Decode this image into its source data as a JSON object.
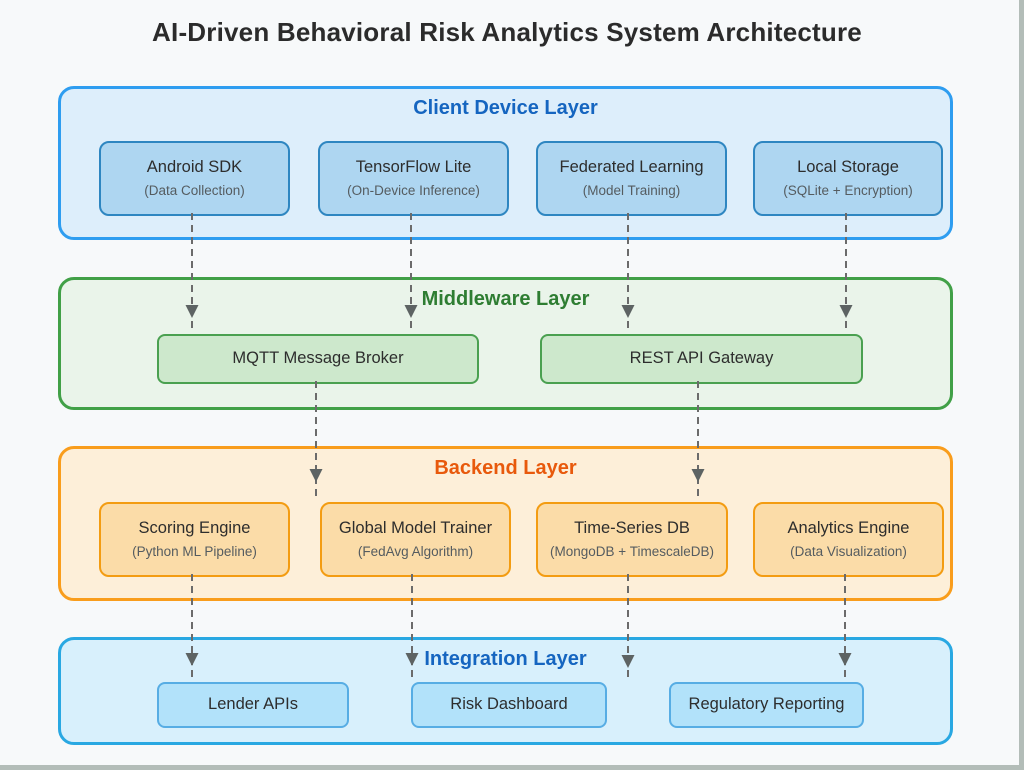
{
  "title": "AI-Driven Behavioral Risk Analytics System Architecture",
  "palette": {
    "page_bg": "#f7f9fa",
    "title_text": "#2b2b2b",
    "arrow": "#6b6b6b",
    "window_edge": "#b3bdb8"
  },
  "layers": [
    {
      "name": "Client Device Layer",
      "title_color": "#1565c0",
      "bg": "#ddeefb",
      "border": "#2e9df0",
      "node_bg": "#aed6f1",
      "node_border": "#2e86c1",
      "nodes": [
        {
          "label": "Android SDK",
          "sublabel": "(Data Collection)"
        },
        {
          "label": "TensorFlow Lite",
          "sublabel": "(On-Device Inference)"
        },
        {
          "label": "Federated Learning",
          "sublabel": "(Model Training)"
        },
        {
          "label": "Local Storage",
          "sublabel": "(SQLite + Encryption)"
        }
      ]
    },
    {
      "name": "Middleware Layer",
      "title_color": "#2e7d32",
      "bg": "#eaf4ea",
      "border": "#41a047",
      "node_bg": "#cde8cc",
      "node_border": "#4aa050",
      "nodes": [
        {
          "label": "MQTT Message Broker"
        },
        {
          "label": "REST API Gateway"
        }
      ]
    },
    {
      "name": "Backend Layer",
      "title_color": "#e8590c",
      "bg": "#fdefd9",
      "border": "#f99d1c",
      "node_bg": "#fbdca8",
      "node_border": "#f39c12",
      "nodes": [
        {
          "label": "Scoring Engine",
          "sublabel": "(Python ML Pipeline)"
        },
        {
          "label": "Global Model Trainer",
          "sublabel": "(FedAvg Algorithm)"
        },
        {
          "label": "Time-Series DB",
          "sublabel": "(MongoDB + TimescaleDB)"
        },
        {
          "label": "Analytics Engine",
          "sublabel": "(Data Visualization)"
        }
      ]
    },
    {
      "name": "Integration Layer",
      "title_color": "#1565c0",
      "bg": "#d8f0fc",
      "border": "#29a8e2",
      "node_bg": "#b2e2fa",
      "node_border": "#57ade4",
      "nodes": [
        {
          "label": "Lender APIs"
        },
        {
          "label": "Risk Dashboard"
        },
        {
          "label": "Regulatory Reporting"
        }
      ]
    }
  ],
  "connections": [
    {
      "from": "Android SDK",
      "to": "MQTT Message Broker",
      "style": "dashed"
    },
    {
      "from": "TensorFlow Lite",
      "to": "MQTT Message Broker",
      "style": "dashed"
    },
    {
      "from": "Federated Learning",
      "to": "REST API Gateway",
      "style": "dashed"
    },
    {
      "from": "Local Storage",
      "to": "REST API Gateway",
      "style": "dashed"
    },
    {
      "from": "MQTT Message Broker",
      "to": "Backend Layer",
      "style": "dashed"
    },
    {
      "from": "REST API Gateway",
      "to": "Backend Layer",
      "style": "dashed"
    },
    {
      "from": "Scoring Engine",
      "to": "Lender APIs",
      "style": "dashed"
    },
    {
      "from": "Global Model Trainer",
      "to": "Risk Dashboard",
      "style": "dashed"
    },
    {
      "from": "Time-Series DB",
      "to": "Integration Layer",
      "style": "dashed"
    },
    {
      "from": "Analytics Engine",
      "to": "Regulatory Reporting",
      "style": "dashed"
    }
  ]
}
